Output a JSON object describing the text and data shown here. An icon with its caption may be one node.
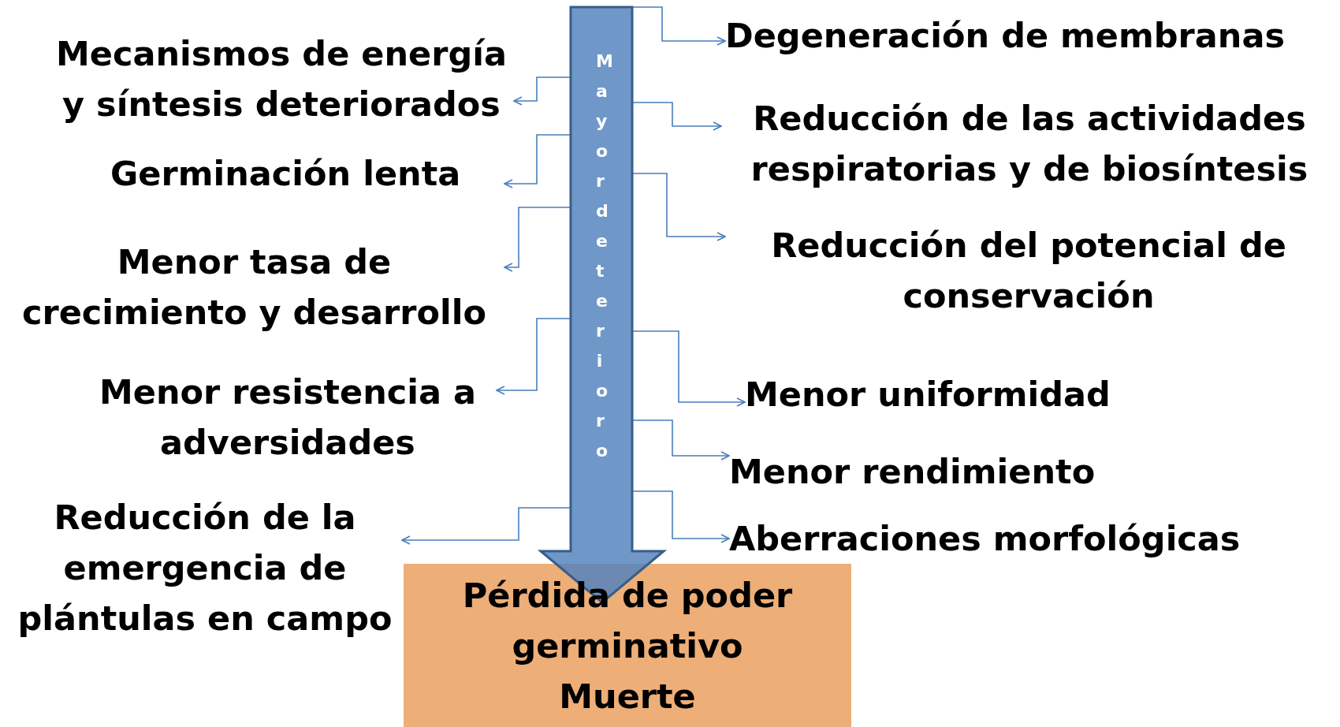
{
  "diagram": {
    "nodes": [
      {
        "text": [
          "Mayor deterioro"
        ]
      },
      {
        "text": [
          "Pérdida de poder germinativo Muerte"
        ]
      },
      {
        "text": [
          "Mecanismos de energía y síntesis deteriorados"
        ]
      },
      {
        "text": [
          "Germinación lenta"
        ]
      },
      {
        "text": [
          "Menor tasa de crecimiento y desarrollo"
        ]
      },
      {
        "text": [
          "Menor resistencia a adversidades"
        ]
      },
      {
        "text": [
          "Reducción de la emergencia de plántulas en campo"
        ]
      },
      {
        "text": [
          "Degeneración de membranas"
        ]
      },
      {
        "text": [
          "Reducción de las actividades respiratorias y de biosíntesis"
        ]
      },
      {
        "text": [
          "Reducción del potencial de conservación"
        ]
      },
      {
        "text": [
          "Menor uniformidad"
        ]
      },
      {
        "text": [
          "Menor rendimiento"
        ]
      },
      {
        "text": [
          "Aberraciones morfológicas"
        ]
      }
    ],
    "edges": [
      {
        "from": 0,
        "to": 2,
        "arrow": "to"
      },
      {
        "from": 0,
        "to": 3,
        "arrow": "to"
      },
      {
        "from": 0,
        "to": 4,
        "arrow": "to"
      },
      {
        "from": 0,
        "to": 5,
        "arrow": "to"
      },
      {
        "from": 0,
        "to": 6,
        "arrow": "to"
      },
      {
        "from": 0,
        "to": 7,
        "arrow": "to"
      },
      {
        "from": 0,
        "to": 8,
        "arrow": "to"
      },
      {
        "from": 0,
        "to": 9,
        "arrow": "to"
      },
      {
        "from": 0,
        "to": 10,
        "arrow": "to"
      },
      {
        "from": 0,
        "to": 11,
        "arrow": "to"
      },
      {
        "from": 0,
        "to": 12,
        "arrow": "to"
      }
    ]
  }
}
